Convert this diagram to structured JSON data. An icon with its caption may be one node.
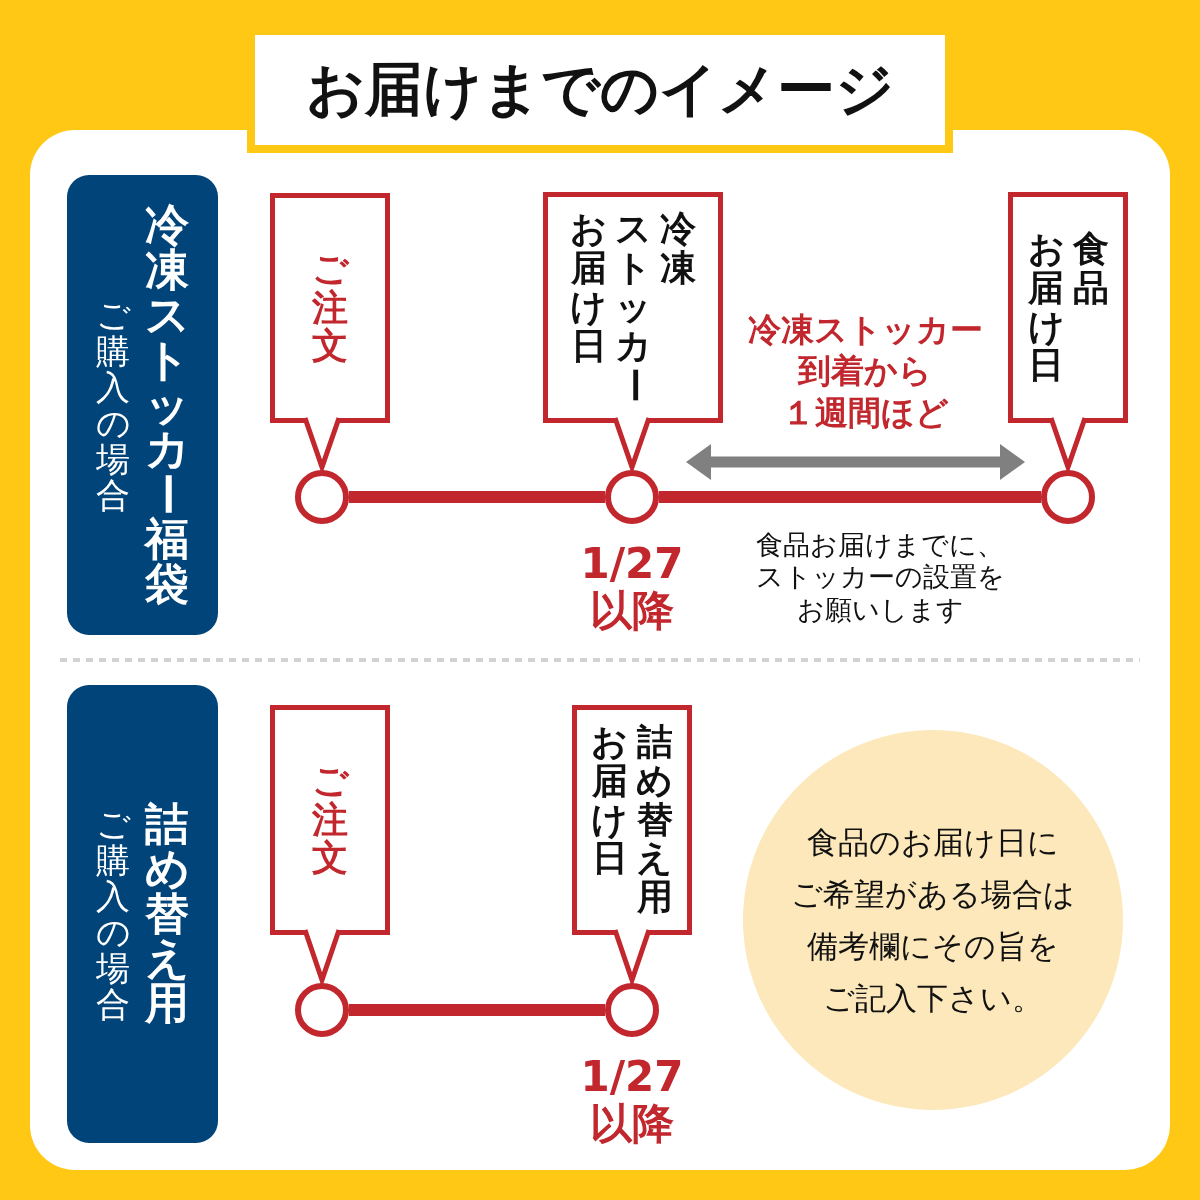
{
  "diagram": {
    "title": "お届けまでのイメージ",
    "nodes": [
      {
        "text": [
          "ご購入の場合",
          "冷凍ストッカー福袋"
        ]
      },
      {
        "text": [
          "ご注文"
        ]
      },
      {
        "text": [
          "お届け日",
          "ストッカー",
          "冷凍"
        ]
      },
      {
        "text": [
          "お届け日",
          "食品"
        ]
      },
      {
        "text": [],
        "shape": "circle"
      },
      {
        "text": [],
        "shape": "circle",
        "beside": [
          "1/27以降"
        ]
      },
      {
        "text": [],
        "shape": "circle"
      },
      {
        "text": [
          "ご購入の場合",
          "詰め替え用"
        ]
      },
      {
        "text": [
          "ご注文"
        ]
      },
      {
        "text": [
          "お届け日",
          "詰め替え用"
        ]
      },
      {
        "text": [],
        "shape": "circle"
      },
      {
        "text": [],
        "shape": "circle",
        "beside": [
          "1/27以降"
        ]
      },
      {
        "text": [
          "食品のお届け日にご希望がある場合は備考欄にその旨をご記入下さい。"
        ]
      }
    ],
    "edges": [
      {
        "from": 1,
        "to": 4,
        "arrow": "to"
      },
      {
        "from": 2,
        "to": 5,
        "arrow": "to"
      },
      {
        "from": 3,
        "to": 6,
        "arrow": "to"
      },
      {
        "from": 4,
        "to": 5,
        "arrow": "none",
        "style": "thick"
      },
      {
        "from": 5,
        "to": 6,
        "arrow": "none",
        "style": "thick"
      },
      {
        "from": 8,
        "to": 10,
        "arrow": "to"
      },
      {
        "from": 9,
        "to": 11,
        "arrow": "to"
      },
      {
        "from": 10,
        "to": 11,
        "arrow": "none",
        "style": "thick"
      }
    ],
    "labels": [
      "冷凍ストッカー到着から１週間ほど",
      "食品お届けまでに、ストッカーの設置をお願いします"
    ]
  }
}
